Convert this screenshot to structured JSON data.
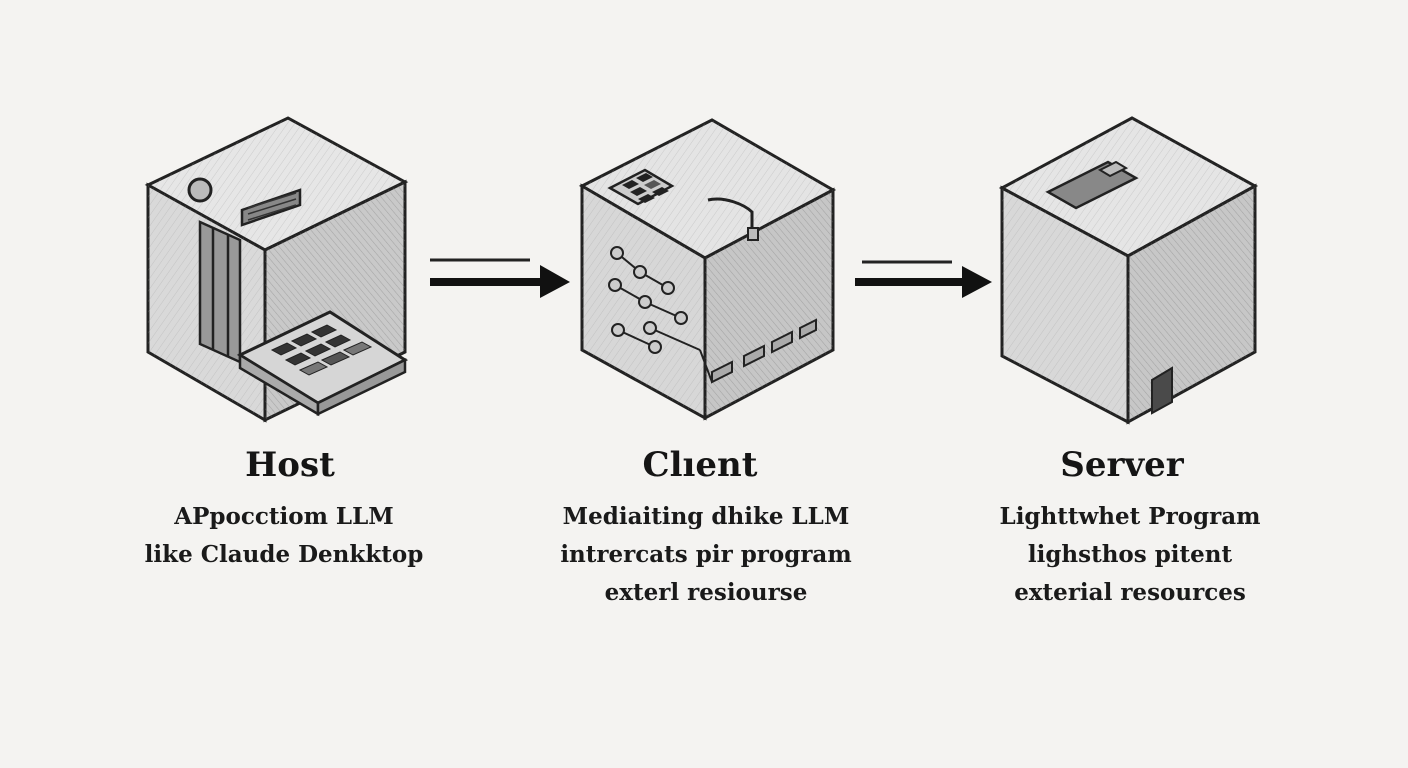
{
  "nodes": [
    {
      "id": "host",
      "title": "Host",
      "lines": [
        "APpocctiom LLM",
        "like Claude Denkktop"
      ]
    },
    {
      "id": "client",
      "title": "Clıent",
      "lines": [
        "Mediaiting dhike LLM",
        "intrercats pir program",
        "exterl resiourse"
      ]
    },
    {
      "id": "server",
      "title": "Server",
      "lines": [
        "Lighttwhet Program",
        "lighsthos pitent",
        "exterial resources"
      ]
    }
  ],
  "edges": [
    {
      "from": "host",
      "to": "client"
    },
    {
      "from": "client",
      "to": "server"
    }
  ]
}
